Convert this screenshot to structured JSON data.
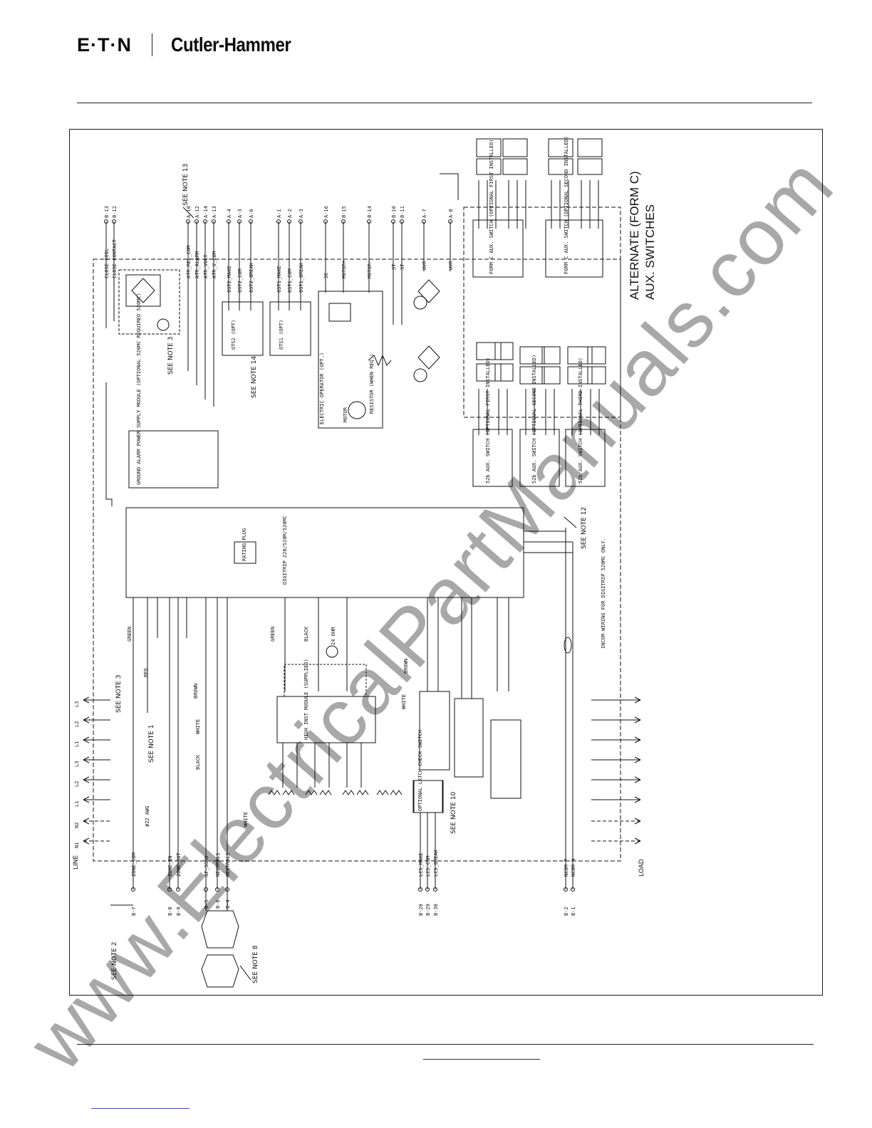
{
  "header": {
    "brand_primary": "E·T·N",
    "brand_secondary": "Cutler-Hammer"
  },
  "diagram": {
    "line_label": "LINE",
    "load_label": "LOAD",
    "alternate_title": "ALTERNATE (FORM C)",
    "alternate_subtitle": "AUX. SWITCHES",
    "top_terminals": [
      "B-13",
      "B-12",
      "A-10",
      "A-12",
      "A-14",
      "A-13",
      "A-4",
      "A-3",
      "A-6",
      "A-1",
      "A-2",
      "A-3",
      "A-16",
      "B-15",
      "B-14",
      "B-10",
      "B-11",
      "A-7",
      "A-8"
    ],
    "top_signals": [
      "CLOSE COIL",
      "CLOSE CONTACT",
      "ATR_REL_COM",
      "ATR_ALARM",
      "ATR_VOLT",
      "ATR_V_COM",
      "OST2_MAKE",
      "OST2_COM",
      "OST2_BREAK",
      "OST1_MAKE",
      "OST1_COM",
      "OST1_BREAK",
      "SC",
      "MOTOR+",
      "MOTOR-",
      "ST",
      "ST",
      "UVR",
      "UVR"
    ],
    "bottom_terminals": [
      "B-7",
      "B-8",
      "B-9",
      "B-5",
      "B-6",
      "B-4",
      "B-28",
      "B-29",
      "B-30",
      "B-2",
      "B-1"
    ],
    "bottom_signals": [
      "ZONE_COM",
      "ZONE_IN",
      "ZONE_OUT",
      "GF_SGND",
      "NEUTRAL1",
      "NEUTRAL2",
      "LCS_MAKE",
      "LCS_COM",
      "LCS_BREAK",
      "NCOM P",
      "NCOM N"
    ],
    "phase_labels": [
      "L3",
      "L2",
      "L1",
      "L3",
      "L2",
      "L1",
      "N2",
      "N1"
    ],
    "notes": {
      "note13": "SEE NOTE 13",
      "note14": "SEE NOTE 14",
      "note3a": "SEE NOTE 3",
      "note3b": "SEE NOTE 3",
      "note1": "SEE NOTE 1",
      "note12": "SEE NOTE 12",
      "note10": "SEE NOTE 10",
      "note2": "SEE NOTE 2",
      "note8": "SEE NOTE 8",
      "ncom": "INCOM WIRING FOR DIGITRIP 520MC ONLY."
    },
    "modules": {
      "trip_unit": "DIGITRIP 220/520M/520MC",
      "rating_plug": "RATING PLUG",
      "power_supply": "GROUND ALARM POWER SUPPLY MODULE (OPTIONAL 520MC REQUIRED 520MC)",
      "electric_operator": "ELECTRIC OPERATOR (OPT.)",
      "motor": "MOTOR",
      "resistor": "RESISTOR (WHEN REQ.)",
      "hi_module": "HIGH INST MODULE (SUPPLIED)",
      "latch_check": "OPTIONAL LATCH CHECK SWITCH",
      "ots1": "OTS1 (OPT)",
      "ots2": "OTS2 (OPT)",
      "aux_first": "52b AUX. SWITCH (OPTIONAL FIRST INSTALLED)",
      "aux_second": "52b AUX. SWITCH (OPTIONAL SECOND INSTALLED)",
      "aux_third": "52b AUX. SWITCH (OPTIONAL THIRD INSTALLED)",
      "formc_first": "FORM C AUX. SWITCH (OPTIONAL FIRST INSTALLED)",
      "formc_second": "FORM C AUX. SWITCH (OPTIONAL SECOND INSTALLED)",
      "awg": "#22 AWG",
      "ohm": "24 OHM"
    },
    "wire_colors": [
      "GREEN",
      "RED",
      "BROWN",
      "WHITE",
      "BLACK",
      "GREEN",
      "BLACK",
      "WHITE",
      "BROWN",
      "WHITE"
    ]
  },
  "watermark": {
    "text": "www.ElectricalPartManuals.com"
  }
}
